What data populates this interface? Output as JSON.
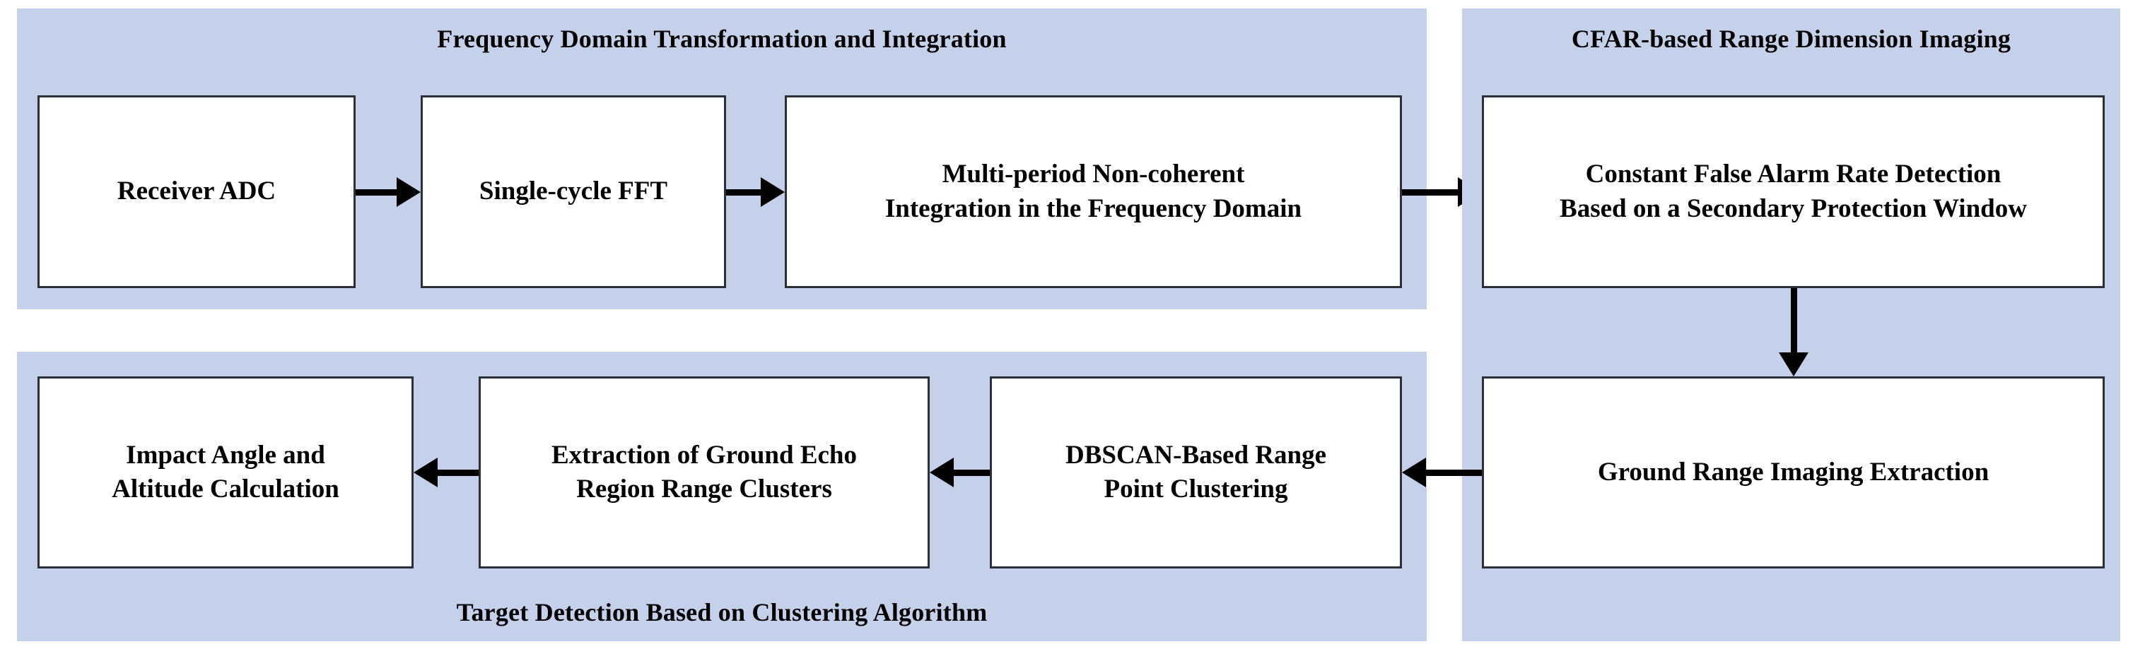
{
  "figure": {
    "type": "flowchart",
    "panel_background_color": "#c5d1ea",
    "node_background_color": "#ffffff",
    "node_border_color": "#2b2f38",
    "arrow_color": "#000000"
  },
  "panels": {
    "frequency_domain": {
      "title": "Frequency Domain Transformation and Integration",
      "nodes": [
        {
          "label": "Receiver ADC"
        },
        {
          "label": "Single-cycle FFT"
        },
        {
          "label_line1": "Multi-period Non-coherent",
          "label_line2": "Integration in the Frequency Domain"
        }
      ]
    },
    "cfar_imaging": {
      "title": "CFAR-based Range Dimension Imaging",
      "nodes": [
        {
          "label_line1": "Constant False Alarm Rate Detection",
          "label_line2": "Based on a Secondary Protection Window"
        },
        {
          "label": "Ground Range Imaging Extraction"
        }
      ]
    },
    "target_detection": {
      "caption": "Target Detection  Based on Clustering Algorithm",
      "nodes": [
        {
          "label_line1": "Impact Angle and",
          "label_line2": "Altitude Calculation"
        },
        {
          "label_line1": "Extraction of Ground Echo",
          "label_line2": "Region Range Clusters"
        },
        {
          "label_line1": "DBSCAN-Based Range",
          "label_line2": "Point Clustering"
        }
      ]
    }
  },
  "connectors": [
    {
      "name": "adc-to-fft",
      "direction": "right"
    },
    {
      "name": "fft-to-integration",
      "direction": "right"
    },
    {
      "name": "integration-to-cfar",
      "direction": "right"
    },
    {
      "name": "cfar-to-ground-range",
      "direction": "down"
    },
    {
      "name": "ground-range-to-dbscan",
      "direction": "left"
    },
    {
      "name": "dbscan-to-extraction",
      "direction": "left"
    },
    {
      "name": "extraction-to-impact-angle",
      "direction": "left"
    }
  ]
}
